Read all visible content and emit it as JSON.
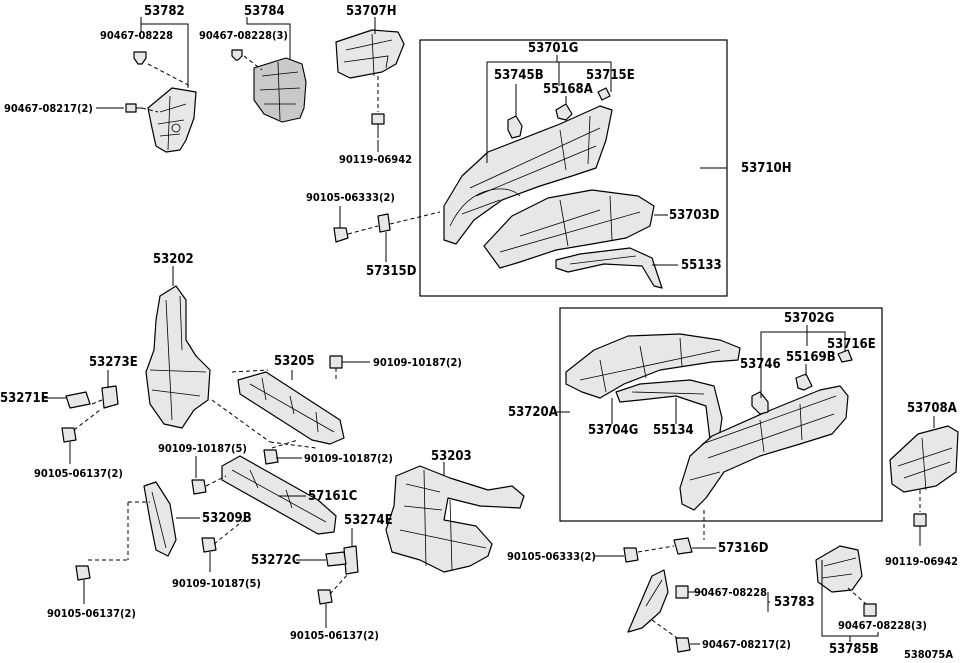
{
  "diagram_id": "538075A",
  "labels": {
    "p53782": "53782",
    "p53784": "53784",
    "p53707H": "53707H",
    "p53701G": "53701G",
    "p53745B": "53745B",
    "p53715E": "53715E",
    "p55168A": "55168A",
    "p53710H": "53710H",
    "p53703D": "53703D",
    "p55133": "55133",
    "p57315D": "57315D",
    "p90105_06333_2a": "90105-06333(2)",
    "p90119_06942a": "90119-06942",
    "p90467_08228a": "90467-08228",
    "p90467_08228_3a": "90467-08228(3)",
    "p90467_08217_2a": "90467-08217(2)",
    "p53202": "53202",
    "p53273E": "53273E",
    "p53271E": "53271E",
    "p90105_06137_2a": "90105-06137(2)",
    "p53205": "53205",
    "p90109_10187_2a": "90109-10187(2)",
    "p90109_10187_2b": "90109-10187(2)",
    "p90109_10187_5a": "90109-10187(5)",
    "p90109_10187_5b": "90109-10187(5)",
    "p57161C": "57161C",
    "p53209B": "53209B",
    "p90105_06137_2b": "90105-06137(2)",
    "p53203": "53203",
    "p53274E": "53274E",
    "p53272C": "53272C",
    "p90105_06137_2c": "90105-06137(2)",
    "p53702G": "53702G",
    "p53716E": "53716E",
    "p53746": "53746",
    "p55169B": "55169B",
    "p53720A": "53720A",
    "p53704G": "53704G",
    "p55134": "55134",
    "p53708A": "53708A",
    "p90119_06942b": "90119-06942",
    "p90105_06333_2b": "90105-06333(2)",
    "p57316D": "57316D",
    "p90467_08228b": "90467-08228",
    "p53783": "53783",
    "p90467_08217_2b": "90467-08217(2)",
    "p90467_08228_3b": "90467-08228(3)",
    "p53785B": "53785B"
  }
}
